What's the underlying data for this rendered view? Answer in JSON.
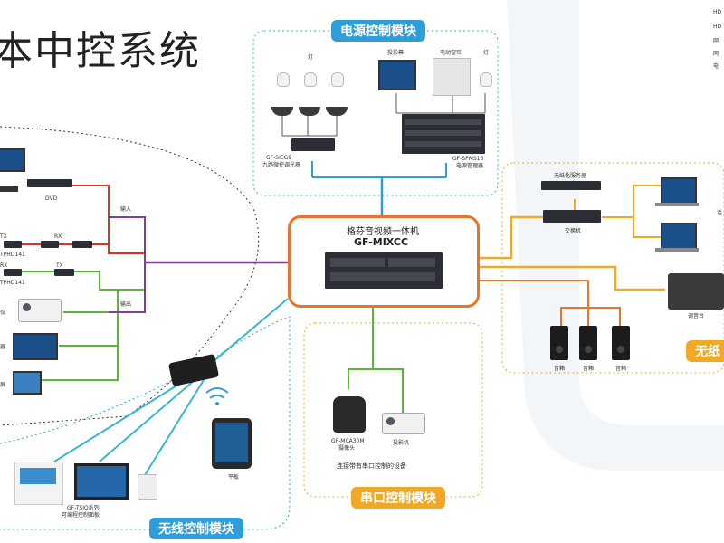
{
  "title": "本中控系统",
  "modules": {
    "power": "电源控制模块",
    "serial": "串口控制模块",
    "wireless": "无线控制模块",
    "paperless": "无纸"
  },
  "hub": {
    "name_cn": "格芬音视频一体机",
    "model": "GF-MIXCC"
  },
  "power_devices": {
    "light_label_left": "灯",
    "screen_label": "投影幕",
    "curtain_label": "电动窗帘",
    "light_label_right": "灯",
    "dimmer_model": "GF-SIEG9",
    "dimmer_desc": "九路微控调光器",
    "power_model": "GF-SPMS16",
    "power_desc": "电源管理器"
  },
  "left_devices": {
    "dvd": "DVD",
    "tx1": "TX",
    "rx1": "RX",
    "tphd1": "TPHD141",
    "rx2": "RX",
    "tx2": "TX",
    "tphd2": "TPHD141",
    "input_label": "输入",
    "output_label": "输出",
    "projector_cut": "仪",
    "display_cut": "器",
    "touch_cut": "屏"
  },
  "wireless_devices": {
    "panel_model": "GF-TSIO系列",
    "panel_desc": "可编程控制面板",
    "tablet": "平板"
  },
  "serial_devices": {
    "camera_model": "GF-MCA30M",
    "camera_desc": "摄像头",
    "projector": "投影机",
    "note": "连接带有串口控制的设备"
  },
  "right_devices": {
    "wireless_server": "无纸化服务器",
    "switch": "交换机",
    "laptop_cut": "话",
    "mixer": "调音台",
    "speaker1": "音箱",
    "speaker2": "音箱",
    "speaker3": "音箱"
  },
  "corner_text": [
    "HD",
    "HD",
    "网",
    "网",
    "电"
  ],
  "colors": {
    "orange": "#e8752a",
    "blue": "#2f9ed8",
    "red": "#d9342b",
    "green": "#5cb635",
    "purple": "#7d3f98",
    "yellow": "#f0a825",
    "teal": "#35b8c8"
  }
}
